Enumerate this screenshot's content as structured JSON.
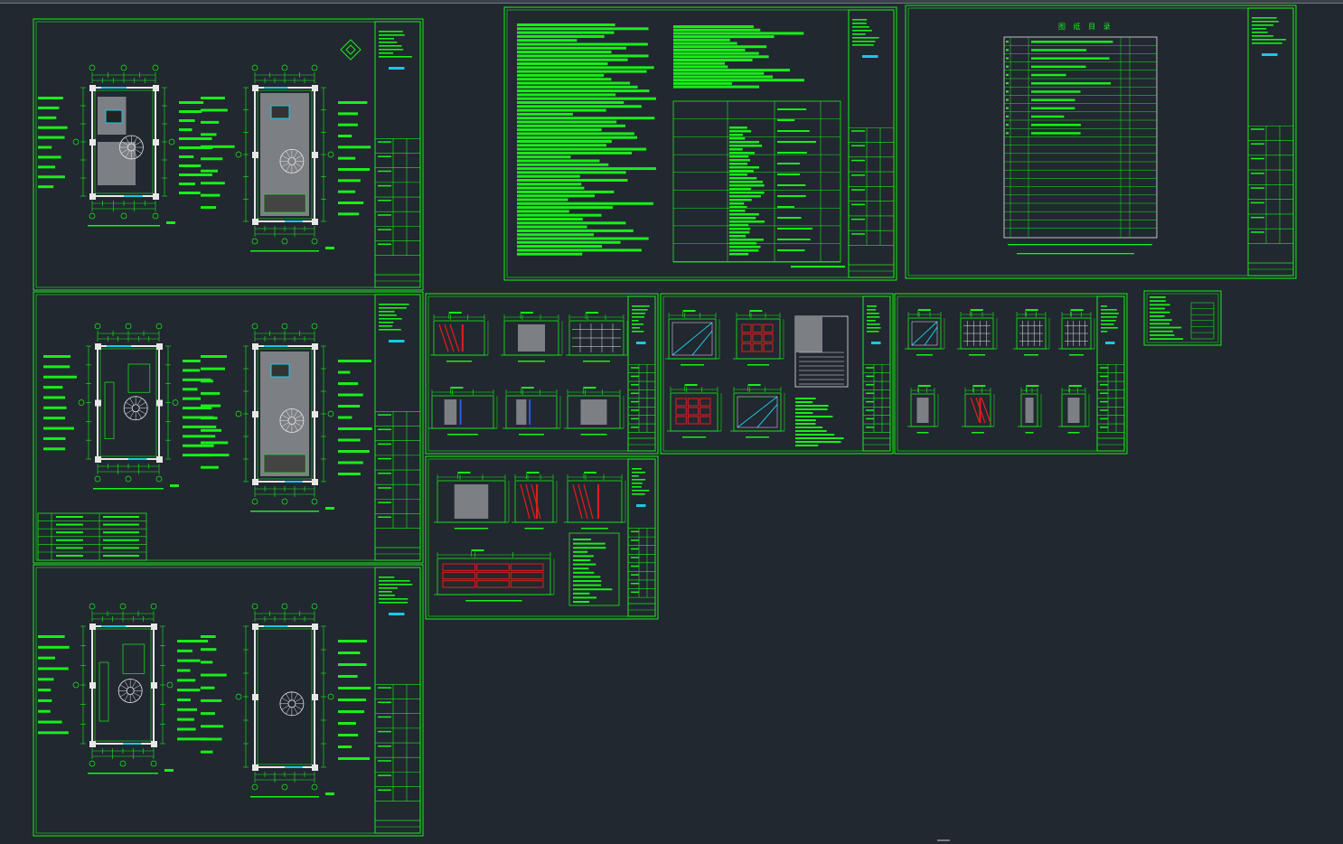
{
  "app": {
    "name": "",
    "background": "#212830",
    "colors": {
      "frame": "#19ee19",
      "text": "#19ee19",
      "cyan": "#19c8e6",
      "red": "#e81c1c",
      "fill": "#7c7f83",
      "white": "#e8e8e8",
      "yellow": "#e6e61a"
    }
  },
  "sheets": [
    {
      "id": "floor-plans-1",
      "type": "plans",
      "title_label": "",
      "notes": ""
    },
    {
      "id": "design-notes",
      "type": "notes",
      "title_label": "",
      "notes": ""
    },
    {
      "id": "drawing-index",
      "type": "index",
      "title_label": "图 纸 目 录",
      "notes": ""
    },
    {
      "id": "floor-plans-2",
      "type": "plans",
      "title_label": "",
      "notes": ""
    },
    {
      "id": "floor-plans-3",
      "type": "plans",
      "title_label": "",
      "notes": ""
    },
    {
      "id": "elevations-1",
      "type": "elevations",
      "title_label": "",
      "notes": ""
    },
    {
      "id": "elevations-2",
      "type": "elevations",
      "title_label": "",
      "notes": ""
    },
    {
      "id": "elevations-3",
      "type": "elevations",
      "title_label": "",
      "notes": ""
    },
    {
      "id": "elevations-4",
      "type": "elevations",
      "title_label": "",
      "notes": ""
    },
    {
      "id": "detail-small",
      "type": "detail",
      "title_label": "",
      "notes": ""
    }
  ]
}
